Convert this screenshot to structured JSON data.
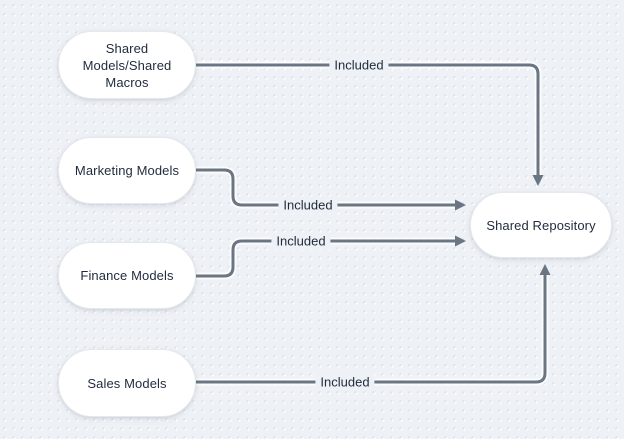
{
  "colors": {
    "background": "#eef1f5",
    "dot": "#d5dae2",
    "arrow": "#6b7684",
    "node_fill": "#ffffff",
    "node_border": "#e4e8ef",
    "text": "#1f2b3d"
  },
  "diagram": {
    "nodes": [
      {
        "id": "shared-models-macros",
        "label": "Shared Models/Shared Macros"
      },
      {
        "id": "marketing-models",
        "label": "Marketing Models"
      },
      {
        "id": "finance-models",
        "label": "Finance Models"
      },
      {
        "id": "sales-models",
        "label": "Sales Models"
      },
      {
        "id": "shared-repository",
        "label": "Shared Repository"
      }
    ],
    "edges": [
      {
        "from": "shared-models-macros",
        "to": "shared-repository",
        "label": "Included"
      },
      {
        "from": "marketing-models",
        "to": "shared-repository",
        "label": "Included"
      },
      {
        "from": "finance-models",
        "to": "shared-repository",
        "label": "Included"
      },
      {
        "from": "sales-models",
        "to": "shared-repository",
        "label": "Included"
      }
    ]
  }
}
